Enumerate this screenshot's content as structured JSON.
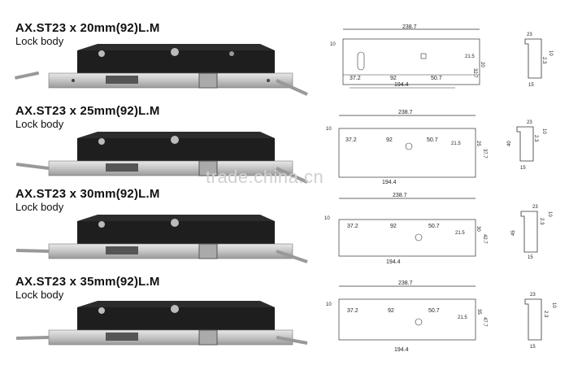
{
  "products": [
    {
      "model": "AX.ST23 x 20mm(92)L.M",
      "subtitle": "Lock body",
      "front": {
        "total": "238.7",
        "edge": "10",
        "left": "37.2",
        "mid": "92",
        "right": "50.7",
        "overall": "194.4",
        "notch": "21.5",
        "vert_small": "20",
        "vert_large": "32.7"
      },
      "side": {
        "top": "23",
        "a": "2.3",
        "b": "10",
        "bottom": "15"
      }
    },
    {
      "model": "AX.ST23 x 25mm(92)L.M",
      "subtitle": "Lock body",
      "front": {
        "total": "238.7",
        "edge": "10",
        "left": "37.2",
        "mid": "92",
        "right": "50.7",
        "overall": "194.4",
        "notch": "21.5",
        "vert_small": "25",
        "vert_large": "37.7"
      },
      "side": {
        "top": "23",
        "a": "2.3",
        "b": "10",
        "bottom": "15",
        "height": "40"
      }
    },
    {
      "model": "AX.ST23 x 30mm(92)L.M",
      "subtitle": "Lock body",
      "front": {
        "total": "238.7",
        "edge": "10",
        "left": "37.2",
        "mid": "92",
        "right": "50.7",
        "overall": "194.4",
        "notch": "21.5",
        "vert_small": "30",
        "vert_large": "42.7"
      },
      "side": {
        "top": "23",
        "a": "2.3",
        "b": "10",
        "bottom": "15",
        "height": "45"
      }
    },
    {
      "model": "AX.ST23 x 35mm(92)L.M",
      "subtitle": "Lock body",
      "front": {
        "total": "238.7",
        "edge": "10",
        "left": "37.2",
        "mid": "92",
        "right": "50.7",
        "overall": "194.4",
        "notch": "21.5",
        "vert_small": "35",
        "vert_large": "47.7"
      },
      "side": {
        "top": "23",
        "a": "2.3",
        "b": "10",
        "bottom": "15"
      }
    }
  ],
  "watermark": "trade.china.cn"
}
